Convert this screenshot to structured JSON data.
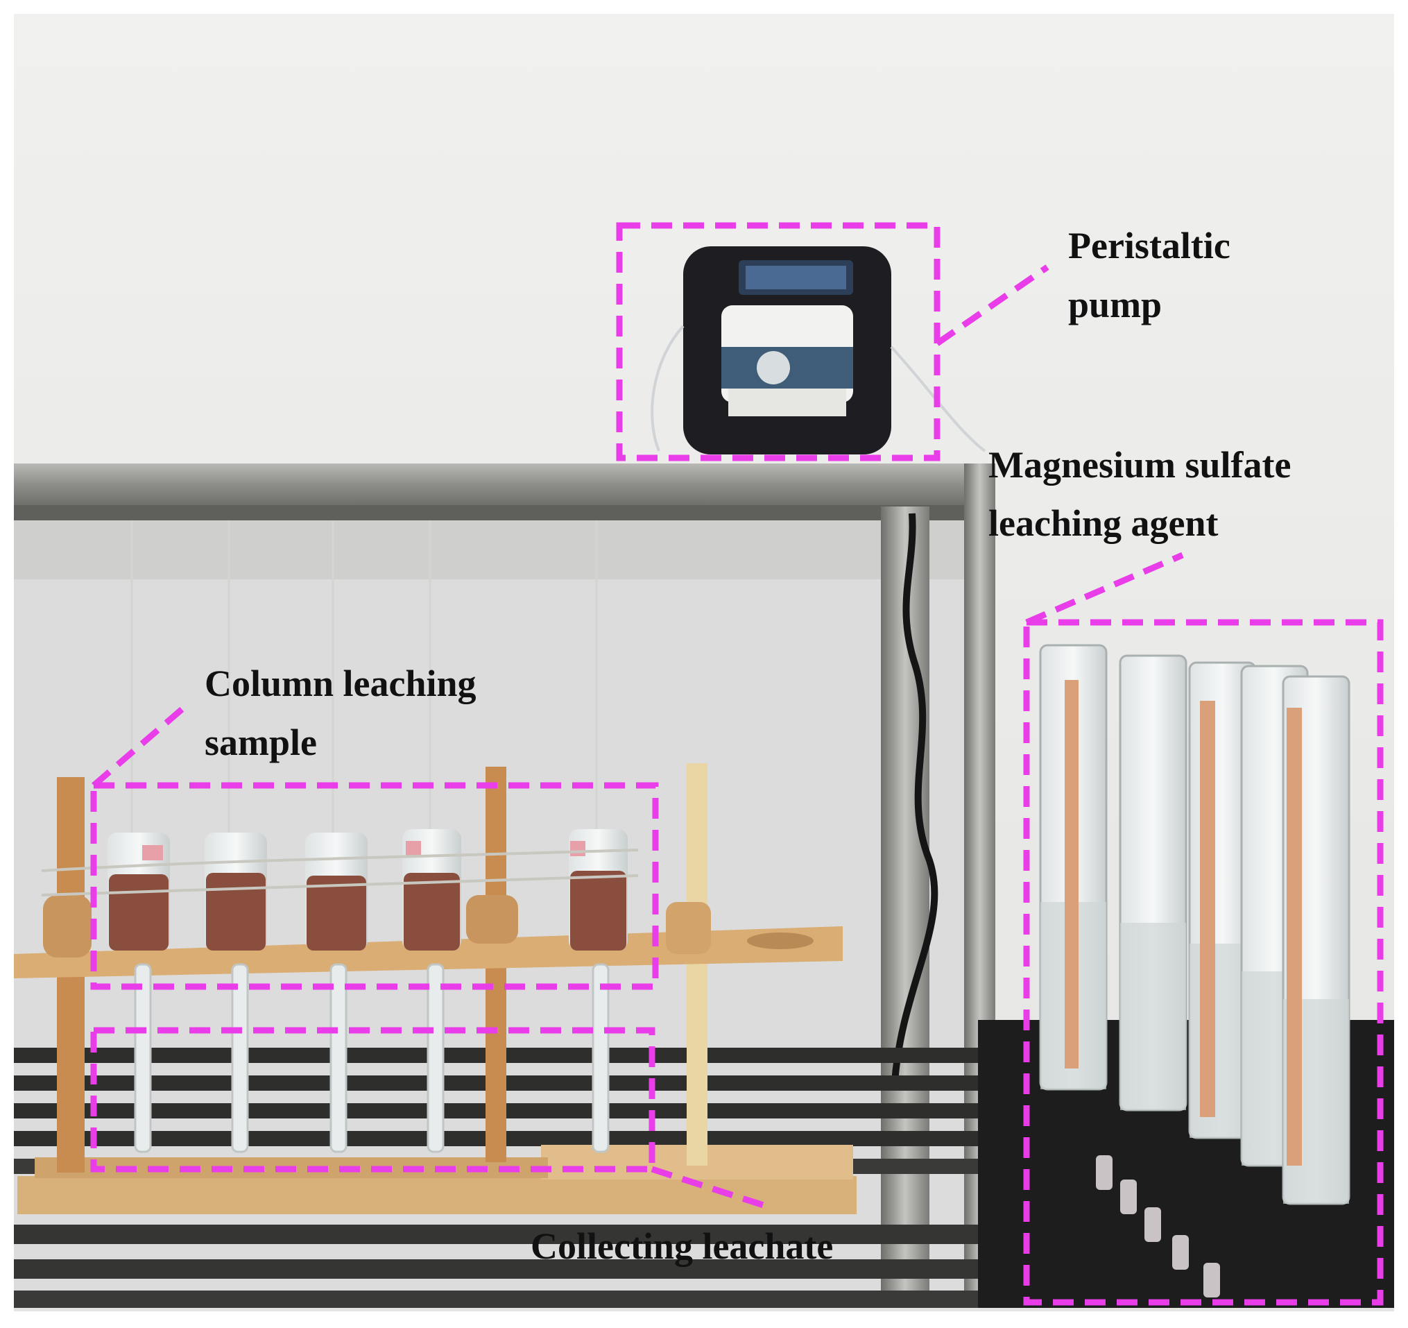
{
  "labels": {
    "peristaltic_pump": [
      "Peristaltic",
      "pump"
    ],
    "magnesium_sulfate": [
      "Magnesium sulfate",
      "leaching agent"
    ],
    "column_leaching": [
      "Column leaching",
      "sample"
    ],
    "collecting_leachate": "Collecting leachate"
  },
  "colors": {
    "annotation": "#e83de8",
    "wall": "#ececea",
    "steel": "#8c8c88",
    "wood": "#d6a86a",
    "soil": "#8a4e3e",
    "pump_body": "#1e1e22"
  }
}
